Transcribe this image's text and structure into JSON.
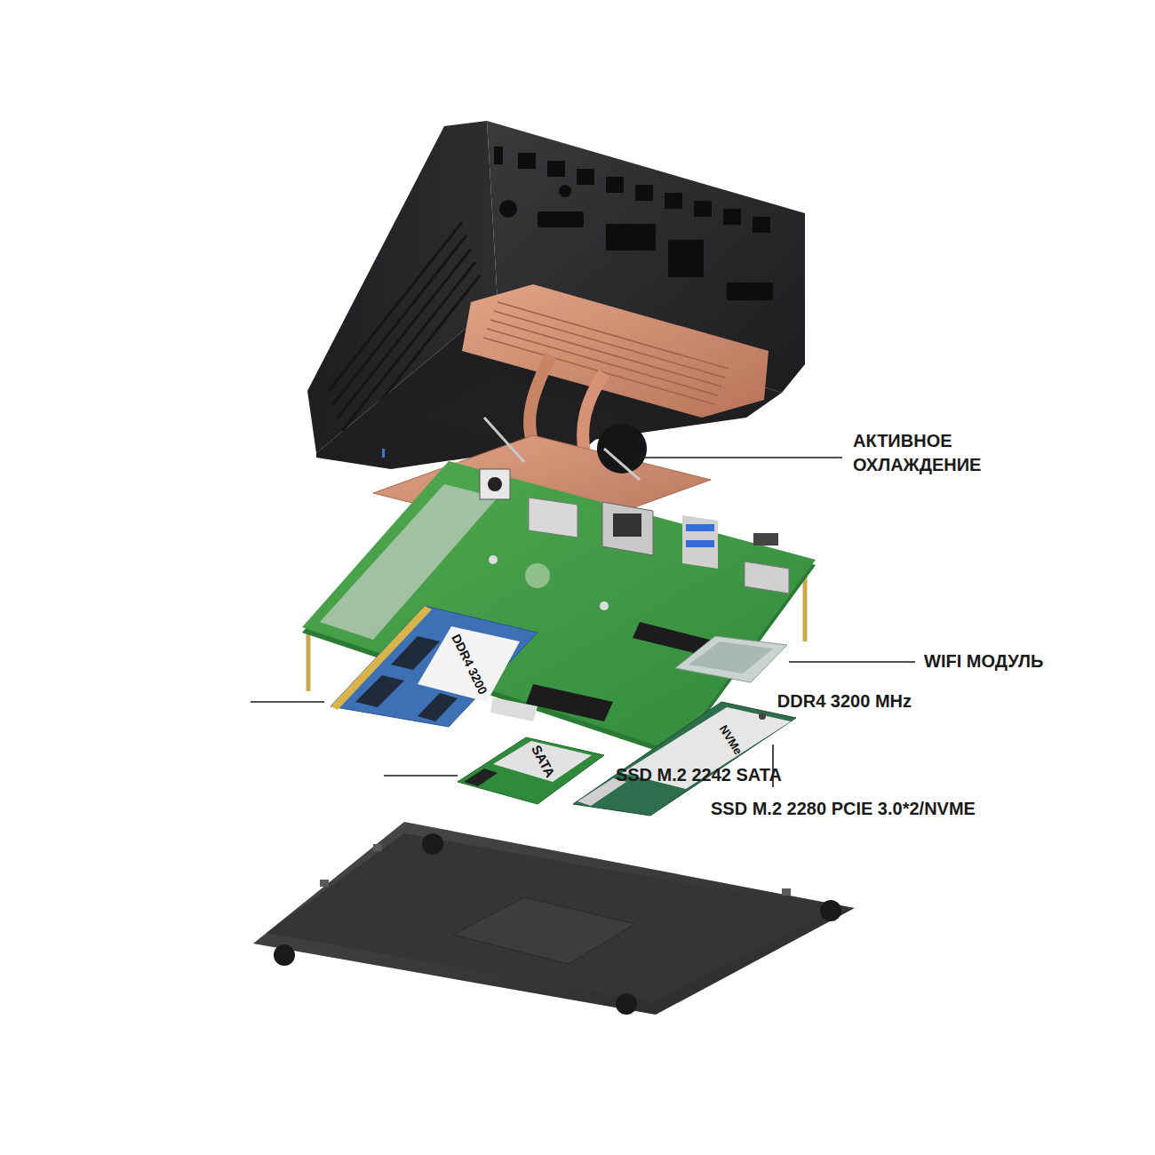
{
  "diagram": {
    "labels": [
      "АКТИВНОЕ ОХЛАЖДЕНИЕ",
      "WIFI МОДУЛЬ",
      "DDR4 3200 MHz",
      "SSD M.2 2242 SATA",
      "SSD M.2 2280 PCIE 3.0*2/NVME",
      "DDR4 3200",
      "SATA",
      "NVMe"
    ]
  }
}
